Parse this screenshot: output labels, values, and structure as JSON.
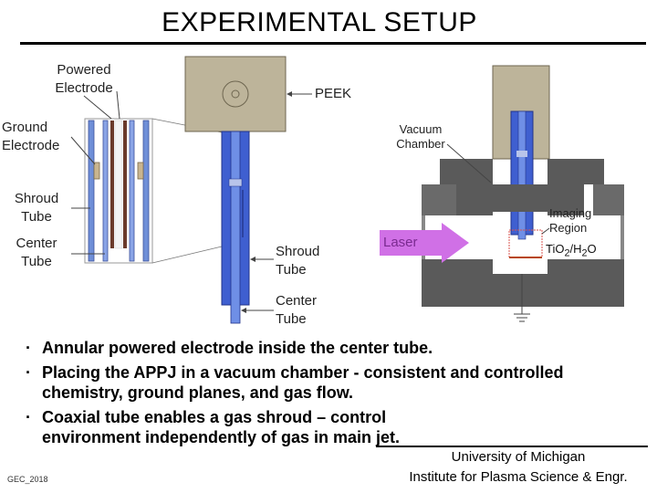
{
  "title": "EXPERIMENTAL SETUP",
  "labels": {
    "powered_electrode": "Powered Electrode",
    "ground_electrode": "Ground Electrode",
    "shroud_tube_left": "Shroud Tube",
    "center_tube_left": "Center Tube",
    "peek": "PEEK",
    "shroud_tube_mid": "Shroud Tube",
    "center_tube_mid": "Center Tube",
    "vacuum_chamber": "Vacuum Chamber",
    "imaging_region": "Imaging Region",
    "laser": "Laser",
    "tio2_h2o": {
      "a": "TiO",
      "b": "2",
      "c": "/H",
      "d": "2",
      "e": "O"
    }
  },
  "bullets": [
    "Annular powered electrode inside the center tube.",
    "Placing the APPJ in a vacuum chamber - consistent and controlled chemistry, ground planes, and gas flow.",
    "Coaxial tube enables a gas shroud – control environment independently of gas in main jet."
  ],
  "affiliation": {
    "line1": "University of Michigan",
    "line2": "Institute for Plasma Science & Engr."
  },
  "code": "GEC_2018",
  "colors": {
    "peek": "#bdb49a",
    "jet_blue": "#3f5fd0",
    "chamber_gray": "#5a5a5a",
    "laser_purple": "#d070e6",
    "electrode_brown": "#6b3a2a",
    "tube_blue": "#6f8fd8"
  }
}
